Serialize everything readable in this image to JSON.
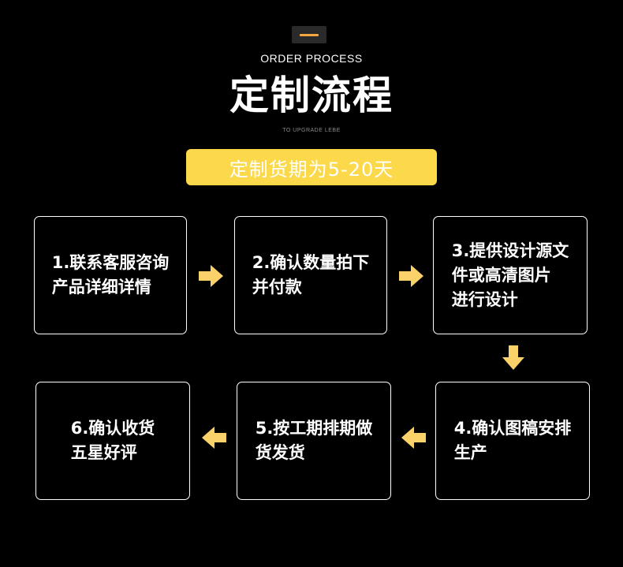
{
  "header": {
    "subtitle_en": "ORDER PROCESS",
    "title": "定制流程",
    "caption": "TO UPGRADE LEBE"
  },
  "duration_label": "定制货期为5-20天",
  "colors": {
    "accent_yellow": "#fcd94a",
    "arrow_yellow": "#fbd26a",
    "badge_orange": "#f4a640",
    "background": "#000000"
  },
  "steps": [
    {
      "label": "1.联系客服咨询\n产品详细详情"
    },
    {
      "label": "2.确认数量拍下\n并付款"
    },
    {
      "label": "3.提供设计源文\n件或高清图片\n进行设计"
    },
    {
      "label": "4.确认图稿安排\n生产"
    },
    {
      "label": "5.按工期排期做\n货发货"
    },
    {
      "label": "6.确认收货\n五星好评"
    }
  ],
  "arrows": [
    {
      "icon": "arrow-right-icon"
    },
    {
      "icon": "arrow-right-icon"
    },
    {
      "icon": "arrow-down-icon"
    },
    {
      "icon": "arrow-left-icon"
    },
    {
      "icon": "arrow-left-icon"
    }
  ]
}
